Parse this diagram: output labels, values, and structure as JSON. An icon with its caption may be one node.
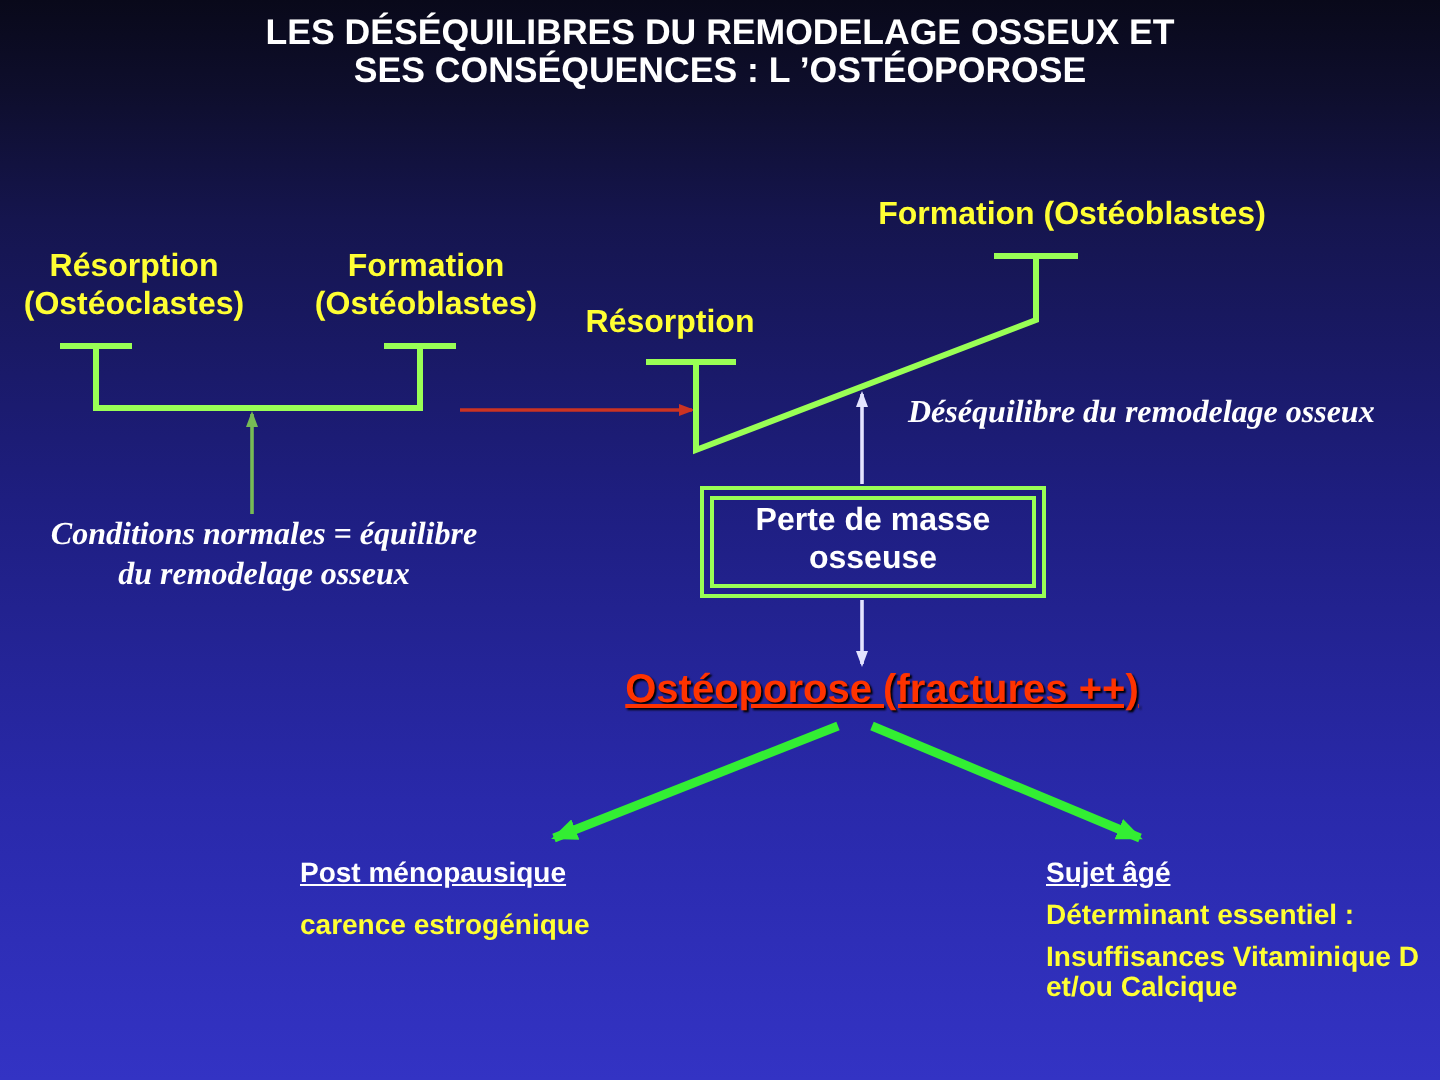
{
  "diagram": {
    "title": "LES DÉSÉQUILIBRES DU REMODELAGE OSSEUX ET SES CONSÉQUENCES : L ’OSTÉOPOROSE",
    "nodes": [
      {
        "text": [],
        "shape": "picture",
        "beside": [
          "Résorption (Ostéoclastes)",
          "Formation (Ostéoblastes)"
        ]
      },
      {
        "text": [
          "Résorption"
        ],
        "beside": [
          "Formation (Ostéoblastes)",
          "Déséquilibre du remodelage osseux"
        ]
      },
      {
        "text": [
          "Conditions normales = équilibre du remodelage osseux"
        ]
      },
      {
        "text": [
          "Perte de masse osseuse"
        ]
      },
      {
        "text": [
          "Ostéoporose (fractures ++)"
        ]
      },
      {
        "text": [
          "Post ménopausique",
          "carence estrogénique"
        ]
      },
      {
        "text": [
          "Sujet âgé",
          "Déterminant essentiel :",
          "Insuffisances Vitaminique D et/ou Calcique"
        ]
      }
    ],
    "edges": [
      {
        "from": 2,
        "to": 0,
        "arrow": "to",
        "color": "#77bb55"
      },
      {
        "from": 0,
        "to": 1,
        "arrow": "to",
        "color": "#cc3322"
      },
      {
        "from": 3,
        "to": 1,
        "arrow": "to"
      },
      {
        "from": 3,
        "to": 4,
        "arrow": "to"
      },
      {
        "from": 4,
        "to": 5,
        "arrow": "to",
        "style": "thick",
        "color": "#33ee33"
      },
      {
        "from": 4,
        "to": 6,
        "arrow": "to",
        "style": "thick",
        "color": "#33ee33"
      }
    ]
  }
}
